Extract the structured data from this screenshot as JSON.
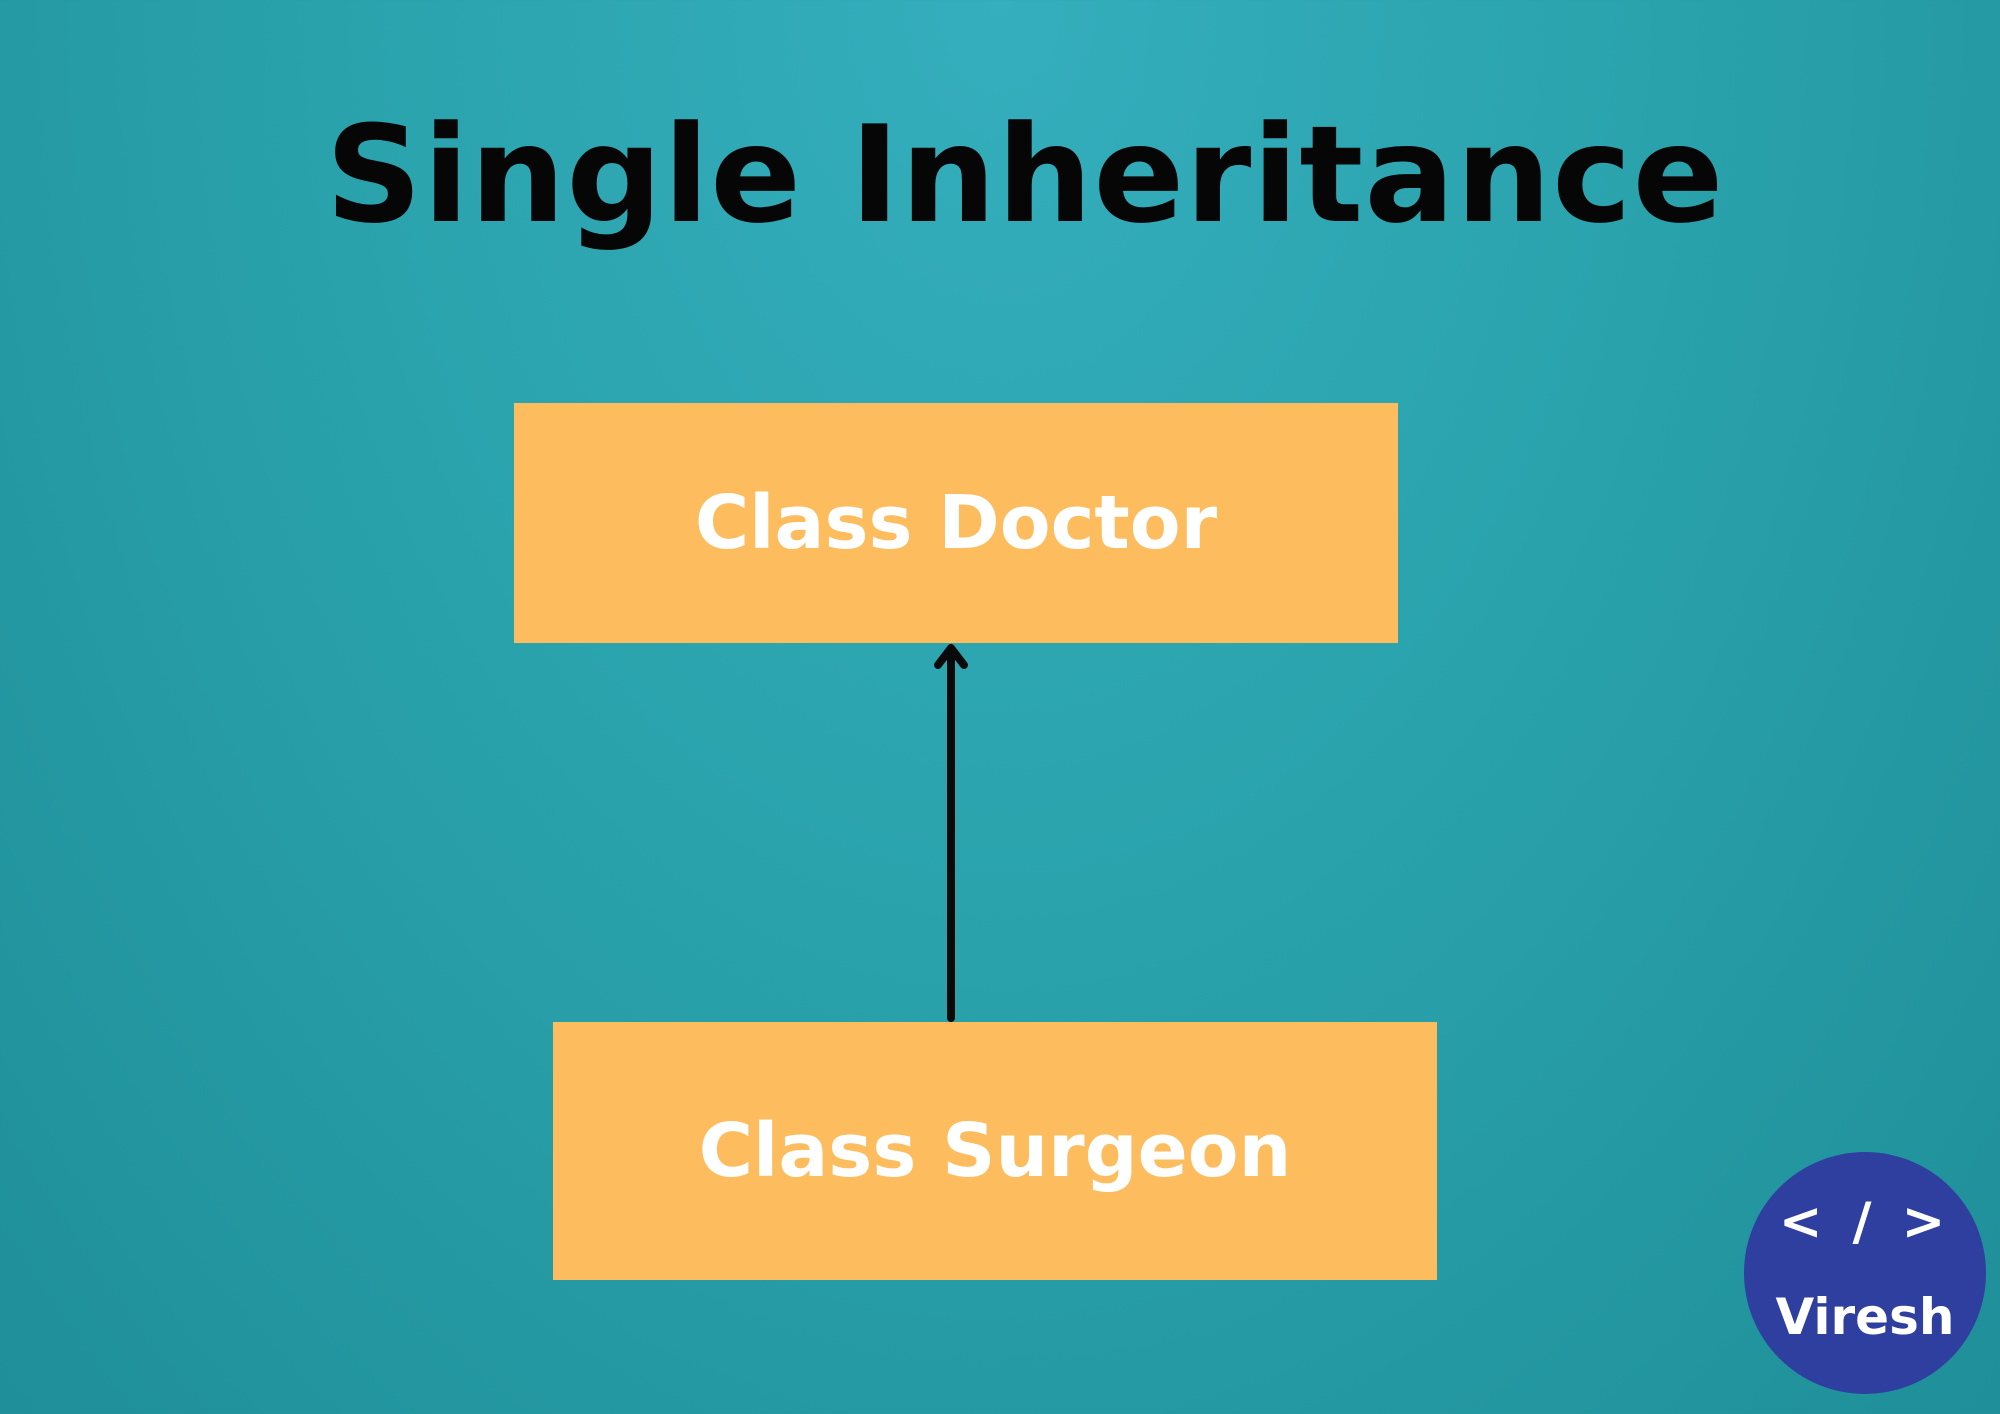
{
  "title": "Single Inheritance",
  "nodes": {
    "parent": {
      "label": "Class Doctor"
    },
    "child": {
      "label": "Class Surgeon"
    }
  },
  "edge": {
    "from": "child",
    "to": "parent",
    "style": "arrow"
  },
  "badge": {
    "code_symbol": "< / >",
    "name": "Viresh"
  },
  "colors": {
    "background": "#2aa3ad",
    "box_fill": "#fdbc5d",
    "box_text": "#ffffff",
    "title_text": "#060606",
    "arrow": "#0a0a0a",
    "badge_fill": "#2f3f9f"
  }
}
